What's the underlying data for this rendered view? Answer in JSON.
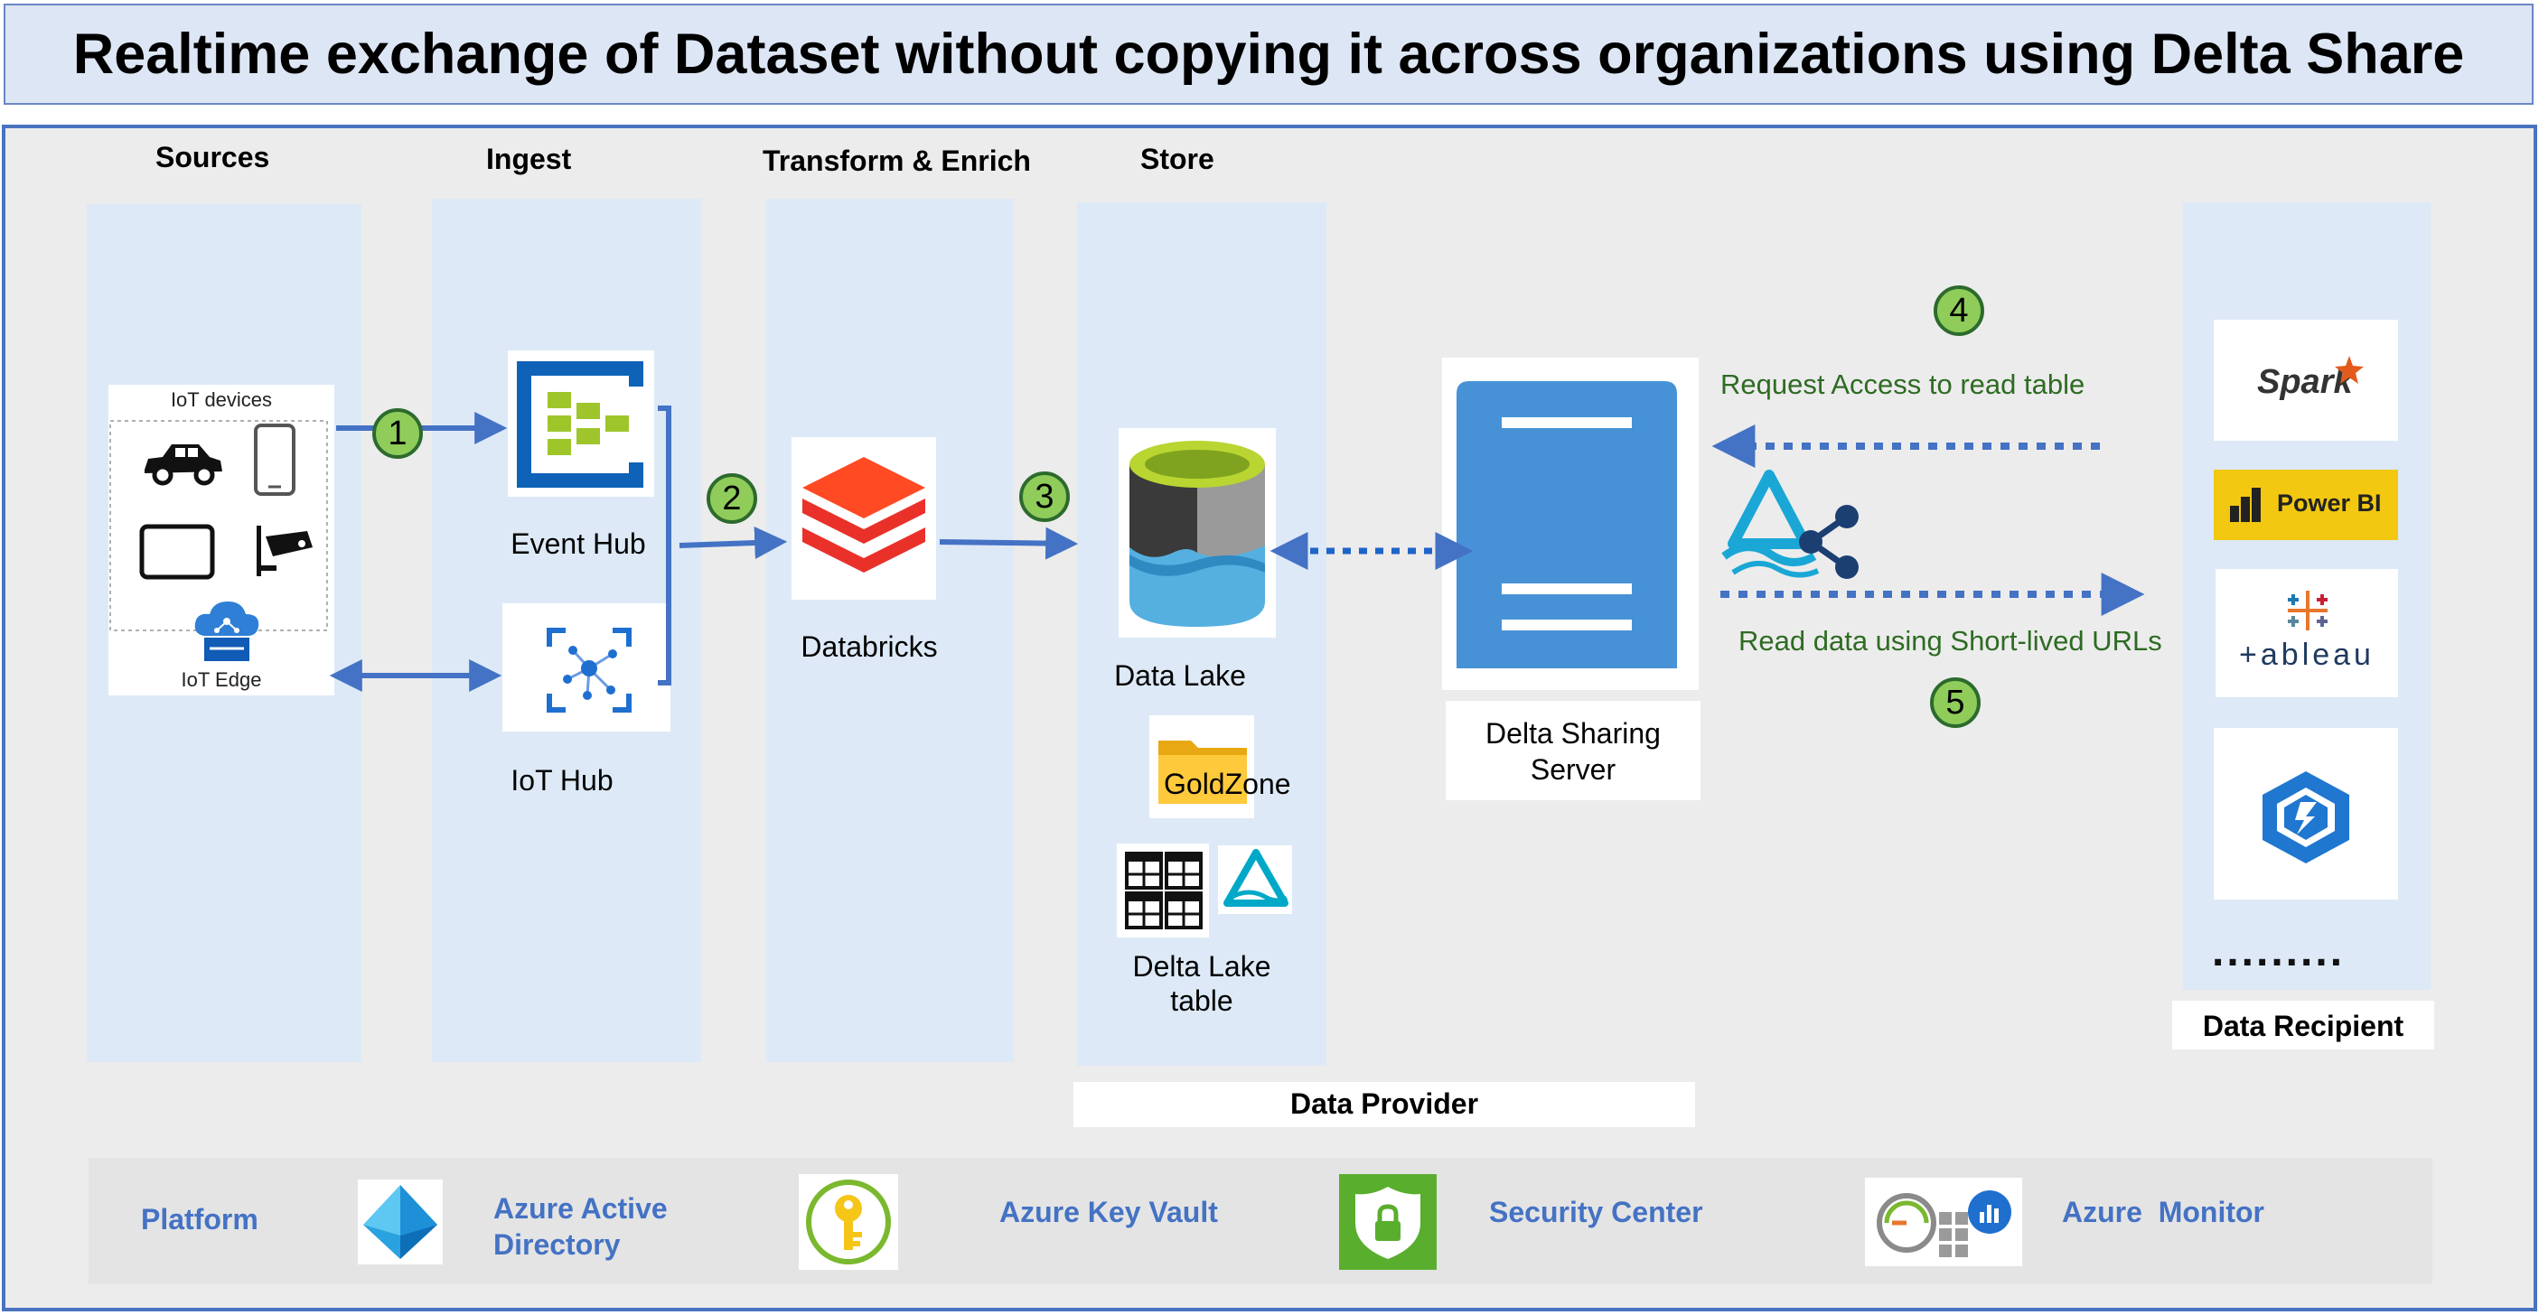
{
  "title": "Realtime exchange of Dataset without copying it across organizations using Delta Share",
  "columns": {
    "sources": "Sources",
    "ingest": "Ingest",
    "transform": "Transform & Enrich",
    "store": "Store"
  },
  "sources": {
    "iot_devices_label": "IoT devices",
    "iot_edge_label": "IoT Edge"
  },
  "ingest": {
    "event_hub": "Event Hub",
    "iot_hub": "IoT Hub"
  },
  "transform": {
    "databricks": "Databricks"
  },
  "store": {
    "data_lake": "Data Lake",
    "gold_zone": "GoldZone",
    "delta_lake_table_line1": "Delta Lake",
    "delta_lake_table_line2": "table"
  },
  "server": {
    "line1": "Delta Sharing",
    "line2": "Server"
  },
  "steps": [
    "1",
    "2",
    "3",
    "4",
    "5"
  ],
  "arrows": {
    "request_access": "Request Access to read table",
    "read_data": "Read data using Short-lived URLs"
  },
  "recipients": {
    "spark": "Spark",
    "powerbi": "Power BI",
    "tableau": "+ableau",
    "more": "........."
  },
  "data_provider": "Data Provider",
  "data_recipient": "Data Recipient",
  "platform": {
    "label": "Platform",
    "aad_line1": "Azure Active",
    "aad_line2": "Directory",
    "key_vault": "Azure Key Vault",
    "security_center": "Security Center",
    "monitor": "Azure  Monitor"
  },
  "colors": {
    "arrow_blue": "#4472c4",
    "step_green": "#8fcc5a",
    "column_fill": "#dde9f6",
    "platform_text": "#4472c4"
  }
}
